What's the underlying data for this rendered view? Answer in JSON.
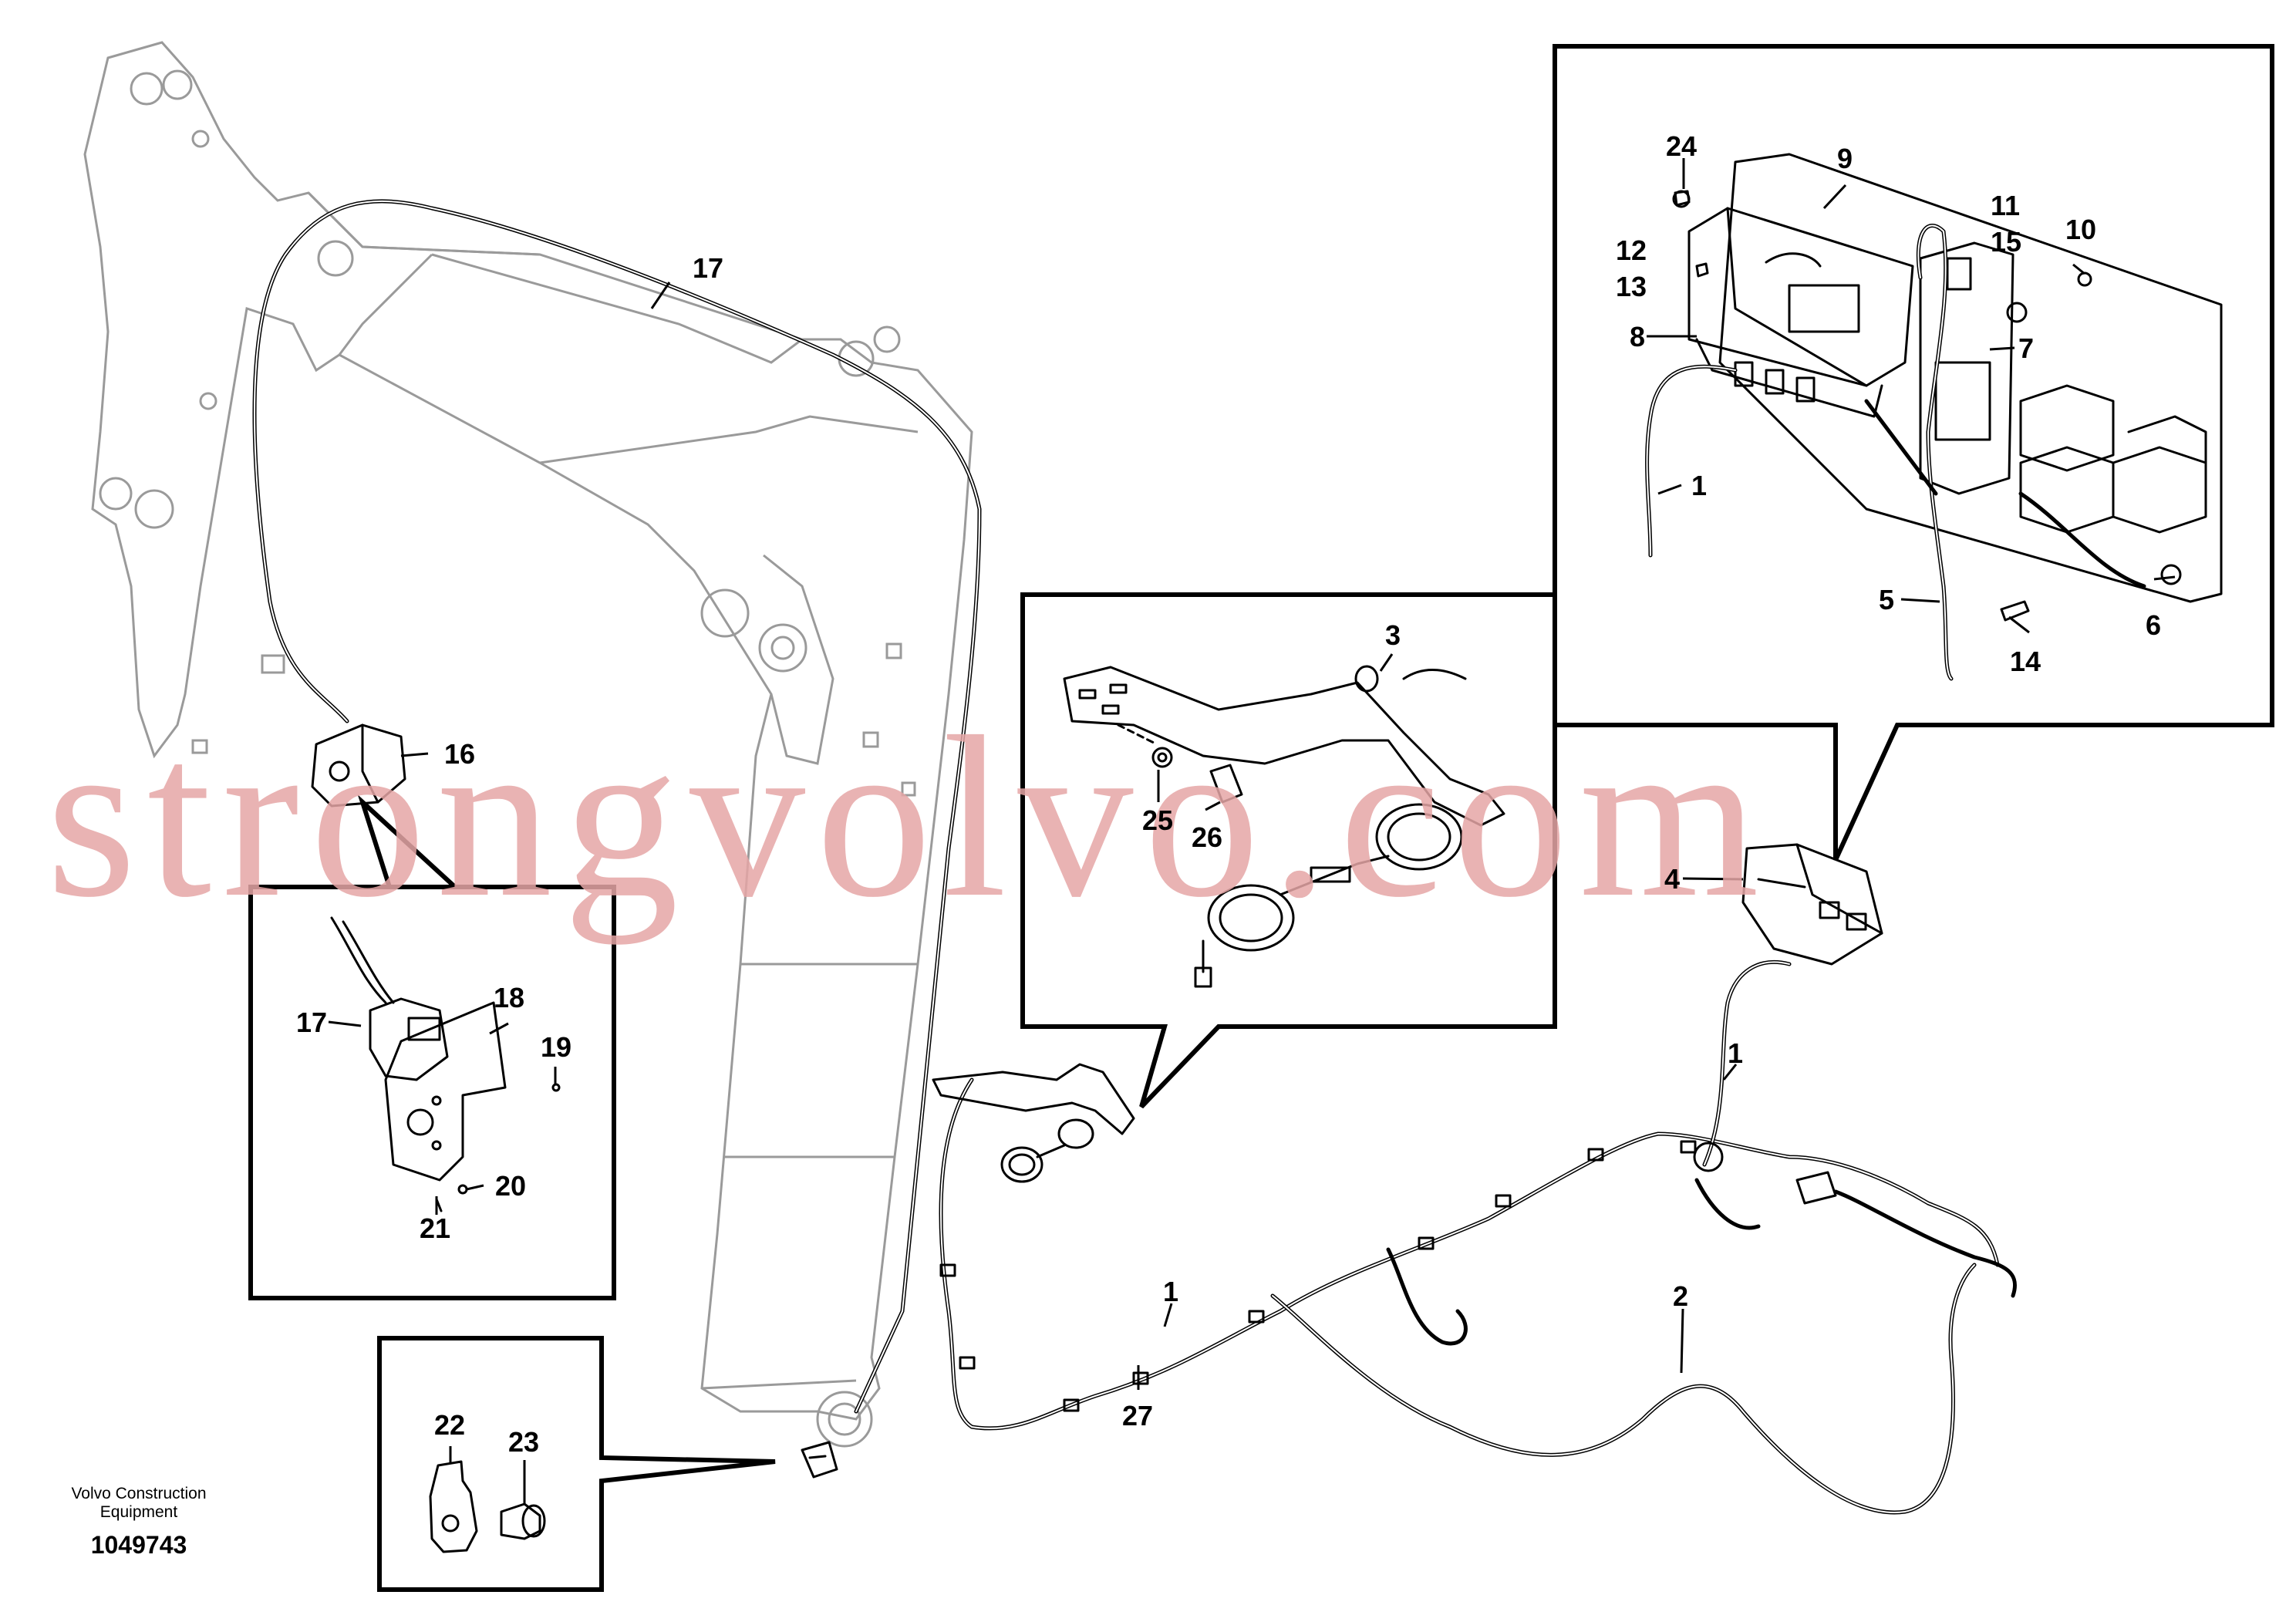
{
  "footer": {
    "manufacturer_line1": "Volvo Construction",
    "manufacturer_line2": "Equipment",
    "drawing_number": "1049743"
  },
  "watermark": "strongvolvo.com",
  "callouts": {
    "c1a": "1",
    "c1b": "1",
    "c1c": "1",
    "c2": "2",
    "c3": "3",
    "c4": "4",
    "c5": "5",
    "c6": "6",
    "c7": "7",
    "c8": "8",
    "c9": "9",
    "c10": "10",
    "c11": "11",
    "c12": "12",
    "c13": "13",
    "c14": "14",
    "c15": "15",
    "c16": "16",
    "c17a": "17",
    "c17b": "17",
    "c18": "18",
    "c19": "19",
    "c20": "20",
    "c21": "21",
    "c22": "22",
    "c23": "23",
    "c24": "24",
    "c25": "25",
    "c26": "26",
    "c27": "27"
  }
}
